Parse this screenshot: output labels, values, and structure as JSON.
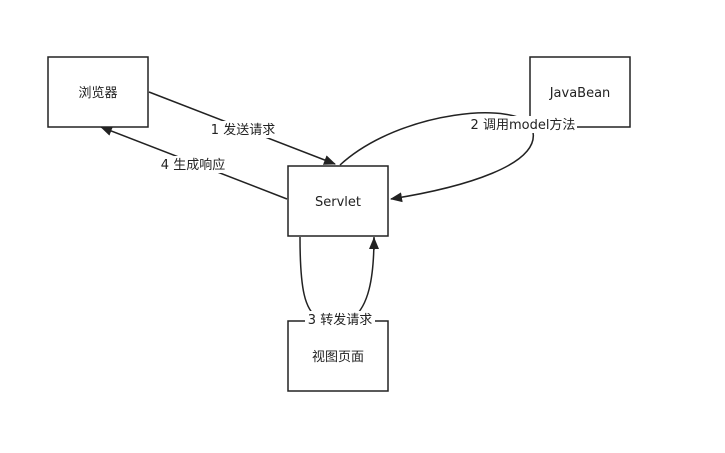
{
  "diagram": {
    "nodes": {
      "browser": {
        "label": "浏览器"
      },
      "javabean": {
        "label": "JavaBean"
      },
      "servlet": {
        "label": "Servlet"
      },
      "view": {
        "label": "视图页面"
      }
    },
    "edges": {
      "send_request": {
        "label": "1 发送请求"
      },
      "call_model": {
        "label": "2 调用model方法"
      },
      "forward_request": {
        "label": "3 转发请求"
      },
      "generate_response": {
        "label": "4 生成响应"
      }
    },
    "colors": {
      "stroke": "#222222",
      "background": "#ffffff"
    }
  }
}
